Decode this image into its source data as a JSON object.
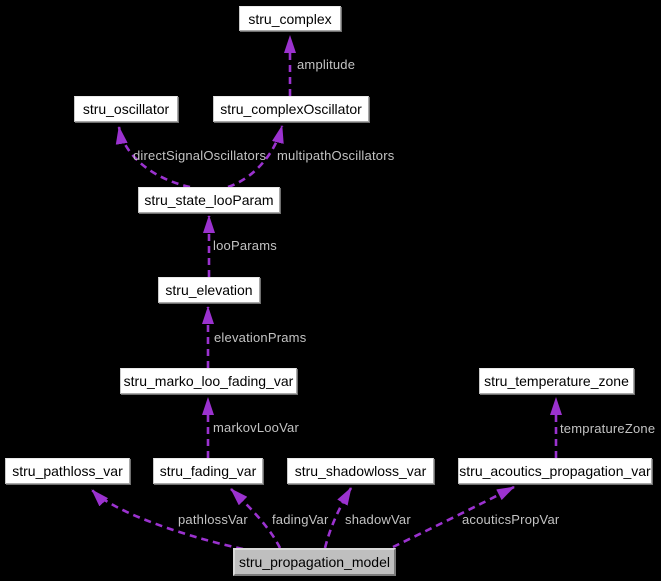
{
  "diagram": {
    "type": "collaboration-graph",
    "background_color": "#000000",
    "node_fill_color": "#ffffff",
    "highlight_node_fill_color": "#bfbfbf",
    "node_text_color": "#000000",
    "edge_color": "#9b32cf",
    "edge_label_color": "#c3c3c3",
    "nodes": [
      {
        "id": "stru_complex",
        "label": "stru_complex",
        "highlighted": false
      },
      {
        "id": "stru_oscillator",
        "label": "stru_oscillator",
        "highlighted": false
      },
      {
        "id": "stru_complexOscillator",
        "label": "stru_complexOscillator",
        "highlighted": false
      },
      {
        "id": "stru_state_looParam",
        "label": "stru_state_looParam",
        "highlighted": false
      },
      {
        "id": "stru_elevation",
        "label": "stru_elevation",
        "highlighted": false
      },
      {
        "id": "stru_marko_loo_fading_var",
        "label": "stru_marko_loo_fading_var",
        "highlighted": false
      },
      {
        "id": "stru_temperature_zone",
        "label": "stru_temperature_zone",
        "highlighted": false
      },
      {
        "id": "stru_pathloss_var",
        "label": "stru_pathloss_var",
        "highlighted": false
      },
      {
        "id": "stru_fading_var",
        "label": "stru_fading_var",
        "highlighted": false
      },
      {
        "id": "stru_shadowloss_var",
        "label": "stru_shadowloss_var",
        "highlighted": false
      },
      {
        "id": "stru_acoutics_propagation_var",
        "label": "stru_acoutics_propagation_var",
        "highlighted": false
      },
      {
        "id": "stru_propagation_model",
        "label": "stru_propagation_model",
        "highlighted": true
      }
    ],
    "edges": [
      {
        "from": "stru_complexOscillator",
        "to": "stru_complex",
        "label": "amplitude"
      },
      {
        "from": "stru_state_looParam",
        "to": "stru_oscillator",
        "label": "directSignalOscillators"
      },
      {
        "from": "stru_state_looParam",
        "to": "stru_complexOscillator",
        "label": "multipathOscillators"
      },
      {
        "from": "stru_elevation",
        "to": "stru_state_looParam",
        "label": "looParams"
      },
      {
        "from": "stru_marko_loo_fading_var",
        "to": "stru_elevation",
        "label": "elevationPrams"
      },
      {
        "from": "stru_fading_var",
        "to": "stru_marko_loo_fading_var",
        "label": "markovLooVar"
      },
      {
        "from": "stru_acoutics_propagation_var",
        "to": "stru_temperature_zone",
        "label": "tempratureZone"
      },
      {
        "from": "stru_propagation_model",
        "to": "stru_pathloss_var",
        "label": "pathlossVar"
      },
      {
        "from": "stru_propagation_model",
        "to": "stru_fading_var",
        "label": "fadingVar"
      },
      {
        "from": "stru_propagation_model",
        "to": "stru_shadowloss_var",
        "label": "shadowVar"
      },
      {
        "from": "stru_propagation_model",
        "to": "stru_acoutics_propagation_var",
        "label": "acouticsPropVar"
      }
    ]
  }
}
